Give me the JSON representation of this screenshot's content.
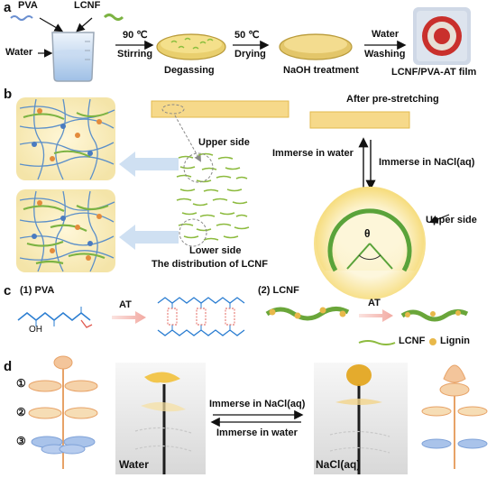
{
  "panels": {
    "a": "a",
    "b": "b",
    "c": "c",
    "d": "d"
  },
  "panel_a": {
    "pva": "PVA",
    "lcnf": "LCNF",
    "water": "Water",
    "step1_temp": "90 ℃",
    "step1_action": "Stirring",
    "degassing": "Degassing",
    "step2_temp": "50 ℃",
    "step2_action": "Drying",
    "naoh": "NaOH treatment",
    "step3_top": "Water",
    "step3_action": "Washing",
    "film": "LCNF/PVA-AT film"
  },
  "panel_b": {
    "after_prestretch": "After pre-stretching",
    "upper_side": "Upper side",
    "lower_side": "Lower side",
    "distribution": "The distribution of LCNF",
    "immerse_water": "Immerse in water",
    "immerse_nacl": "Immerse in NaCl(aq)",
    "upper_side_arrow": "Upper side",
    "theta": "θ"
  },
  "panel_c": {
    "pva_title": "(1) PVA",
    "lcnf_title": "(2) LCNF",
    "at1": "AT",
    "at2": "AT",
    "oh": "OH",
    "legend_lcnf": "LCNF",
    "legend_lignin": "Lignin"
  },
  "panel_d": {
    "num1": "①",
    "num2": "②",
    "num3": "③",
    "water": "Water",
    "nacl": "NaCl(aq)",
    "immerse_nacl": "Immerse in NaCl(aq)",
    "immerse_water": "Immerse in water"
  },
  "colors": {
    "film_yellow": "#f2cf6f",
    "green": "#5aa33a",
    "blue_arrow": "#bcd4ec",
    "orange": "#e8a76a",
    "petal_blue": "#a9c3ea"
  }
}
